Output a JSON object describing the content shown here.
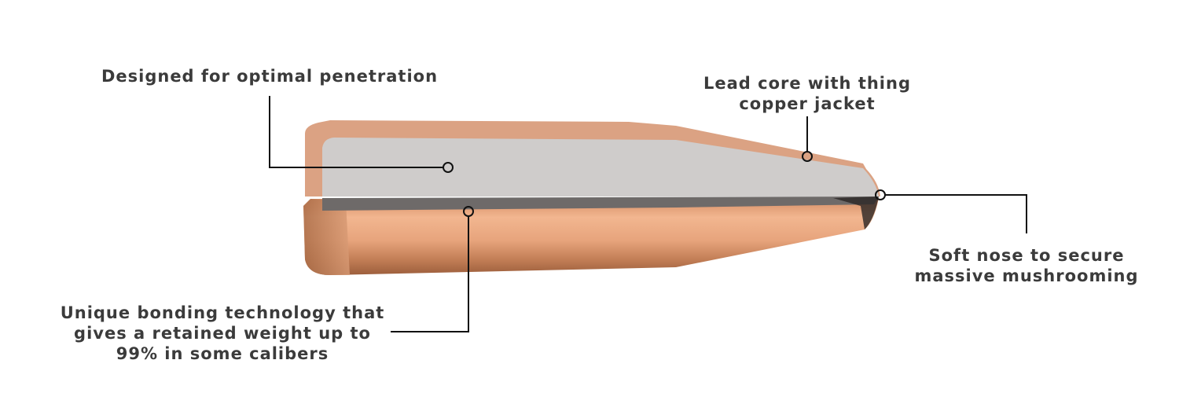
{
  "colors": {
    "jacket": "#d9a07e",
    "core": "#cfcccb",
    "copper_dark": "#b8774f",
    "copper_light": "#eeb08c",
    "text": "#3b3b3b"
  },
  "callouts": [
    {
      "lines": [
        "Designed for optimal penetration"
      ]
    },
    {
      "lines": [
        "Lead core with thing",
        "copper jacket"
      ]
    },
    {
      "lines": [
        "Soft nose to secure",
        "massive mushrooming"
      ]
    },
    {
      "lines": [
        "Unique bonding technology that",
        "gives a retained weight up to",
        "99% in some calibers"
      ]
    }
  ]
}
